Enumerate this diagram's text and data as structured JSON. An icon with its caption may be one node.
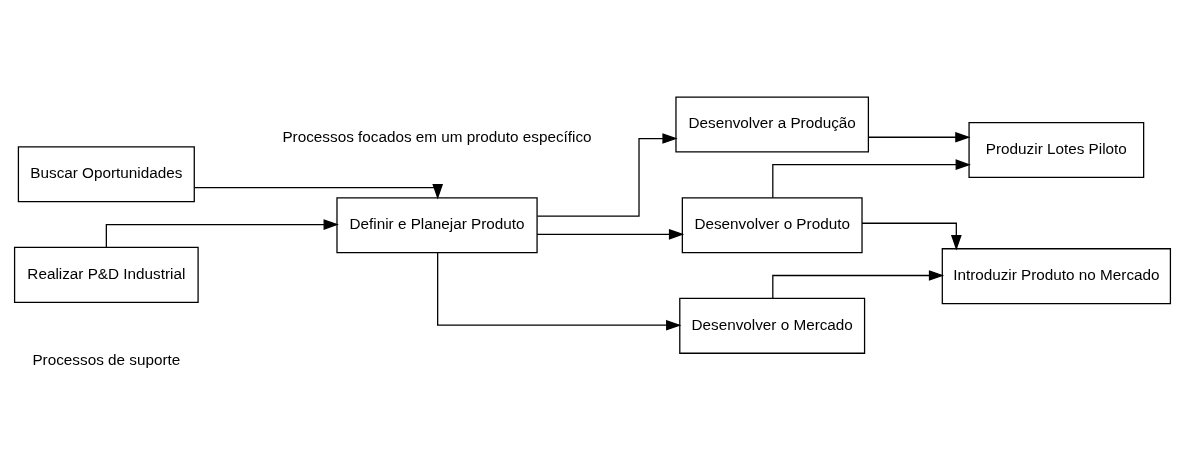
{
  "diagram": {
    "nodes": [
      {
        "text": [
          "Buscar Oportunidades"
        ]
      },
      {
        "text": [
          "Realizar P&D Industrial"
        ]
      },
      {
        "text": [
          "Definir e Planejar Produto"
        ]
      },
      {
        "text": [
          "Desenvolver a Produção"
        ]
      },
      {
        "text": [
          "Desenvolver o Produto"
        ]
      },
      {
        "text": [
          "Desenvolver o Mercado"
        ]
      },
      {
        "text": [
          "Produzir Lotes Piloto"
        ]
      },
      {
        "text": [
          "Introduzir Produto no Mercado"
        ]
      }
    ],
    "edges": [
      {
        "from": 0,
        "to": 2,
        "arrow": "to"
      },
      {
        "from": 1,
        "to": 2,
        "arrow": "to"
      },
      {
        "from": 2,
        "to": 3,
        "arrow": "to"
      },
      {
        "from": 2,
        "to": 4,
        "arrow": "to"
      },
      {
        "from": 2,
        "to": 5,
        "arrow": "to"
      },
      {
        "from": 3,
        "to": 6,
        "arrow": "to"
      },
      {
        "from": 4,
        "to": 6,
        "arrow": "to"
      },
      {
        "from": 4,
        "to": 7,
        "arrow": "to"
      },
      {
        "from": 5,
        "to": 7,
        "arrow": "to"
      }
    ],
    "labels": [
      "Processos de suporte",
      "Processos focados em um produto específico"
    ]
  }
}
